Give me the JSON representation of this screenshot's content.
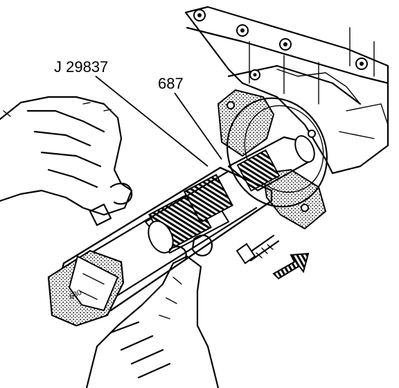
{
  "figure": {
    "callouts": [
      {
        "id": "tool",
        "text": "J 29837"
      },
      {
        "id": "part",
        "text": "687"
      }
    ],
    "arrow_icon": "direction-arrow-icon",
    "colors": {
      "ink": "#000000",
      "paper": "#ffffff",
      "stipple": "#000000"
    }
  }
}
